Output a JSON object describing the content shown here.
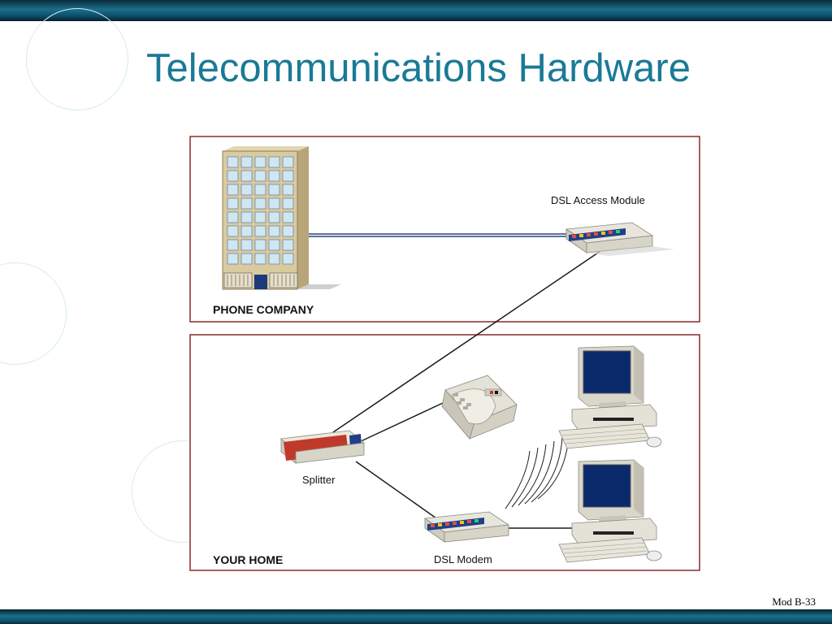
{
  "slide": {
    "title": "Telecommunications Hardware",
    "slide_number": "Mod B-33"
  },
  "diagram": {
    "panels": {
      "phone_company": "PHONE COMPANY",
      "your_home": "YOUR HOME"
    },
    "devices": {
      "dsl_access_module": "DSL Access Module",
      "splitter": "Splitter",
      "dsl_modem": "DSL Modem"
    }
  },
  "colors": {
    "title": "#1a7a96",
    "panel_border": "#8b2a2a",
    "bar": "#0d4f6a",
    "splitter_red": "#c0392b",
    "monitor_screen": "#0b2a6b"
  }
}
